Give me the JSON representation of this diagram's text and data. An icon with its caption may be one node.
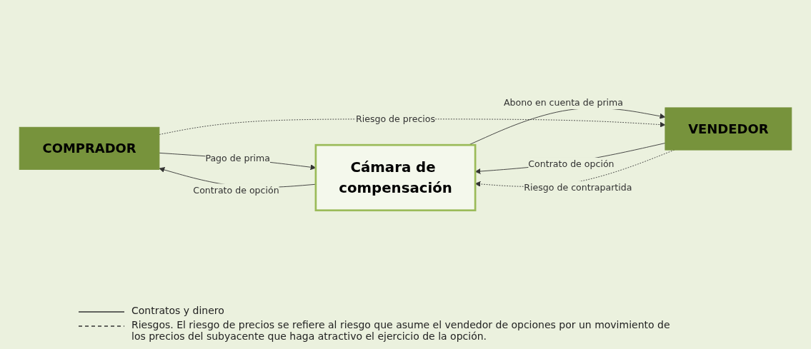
{
  "diagram": {
    "nodes": [
      {
        "text": [
          "COMPRADOR"
        ]
      },
      {
        "text": [
          "Cámara de compensación"
        ]
      },
      {
        "text": [
          "VENDEDOR"
        ]
      }
    ],
    "edges": [
      {
        "from": 0,
        "to": 1,
        "arrow": "to",
        "label": "Pago de prima"
      },
      {
        "from": 1,
        "to": 0,
        "arrow": "to",
        "label": "Contrato de opción"
      },
      {
        "from": 1,
        "to": 2,
        "arrow": "to",
        "label": "Abono en cuenta de prima"
      },
      {
        "from": 2,
        "to": 1,
        "arrow": "to",
        "label": "Contrato de opción"
      },
      {
        "from": 2,
        "to": 1,
        "arrow": "to",
        "label": "Riesgo de contrapartida",
        "style": "dashed"
      },
      {
        "from": 0,
        "to": 2,
        "arrow": "to",
        "label": "Riesgo de precios",
        "style": "dashed"
      }
    ],
    "legend": [
      {
        "text": "Contratos y dinero"
      },
      {
        "text": "Riesgos. El riesgo de precios se refiere al riesgo que asume el vendedor de opciones por un movimiento de los precios del subyacente que haga atractivo el ejercicio de la opción."
      }
    ]
  }
}
